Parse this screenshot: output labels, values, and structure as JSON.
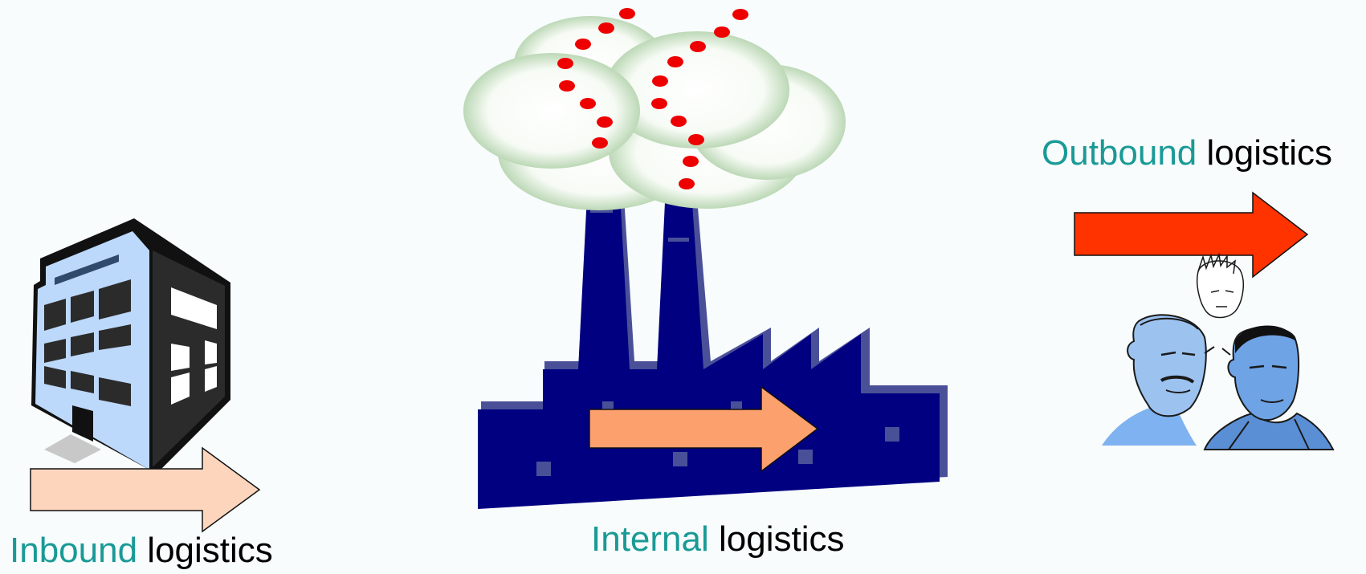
{
  "inbound": {
    "keyword": "Inbound",
    "suffix": " logistics"
  },
  "internal": {
    "keyword": "Internal",
    "suffix": " logistics"
  },
  "outbound": {
    "keyword": "Outbound",
    "suffix": " logistics"
  },
  "colors": {
    "background": "#f8fcfc",
    "keyword": "#1a9a96",
    "factory": "#000080",
    "factory_shadow": "#4a5098",
    "smoke_cloud": "#e9f4e3",
    "smoke_dots": "#ee0000",
    "building_face": "#bcd8fa",
    "building_dark": "#2b2b2b",
    "inbound_arrow": "#fdd5bd",
    "internal_arrow": "#fca06e",
    "outbound_arrow": "#ff3300",
    "people": "#7fb2f0"
  },
  "icons": [
    "office-building-icon",
    "factory-icon",
    "smoke-icon",
    "people-icon"
  ]
}
